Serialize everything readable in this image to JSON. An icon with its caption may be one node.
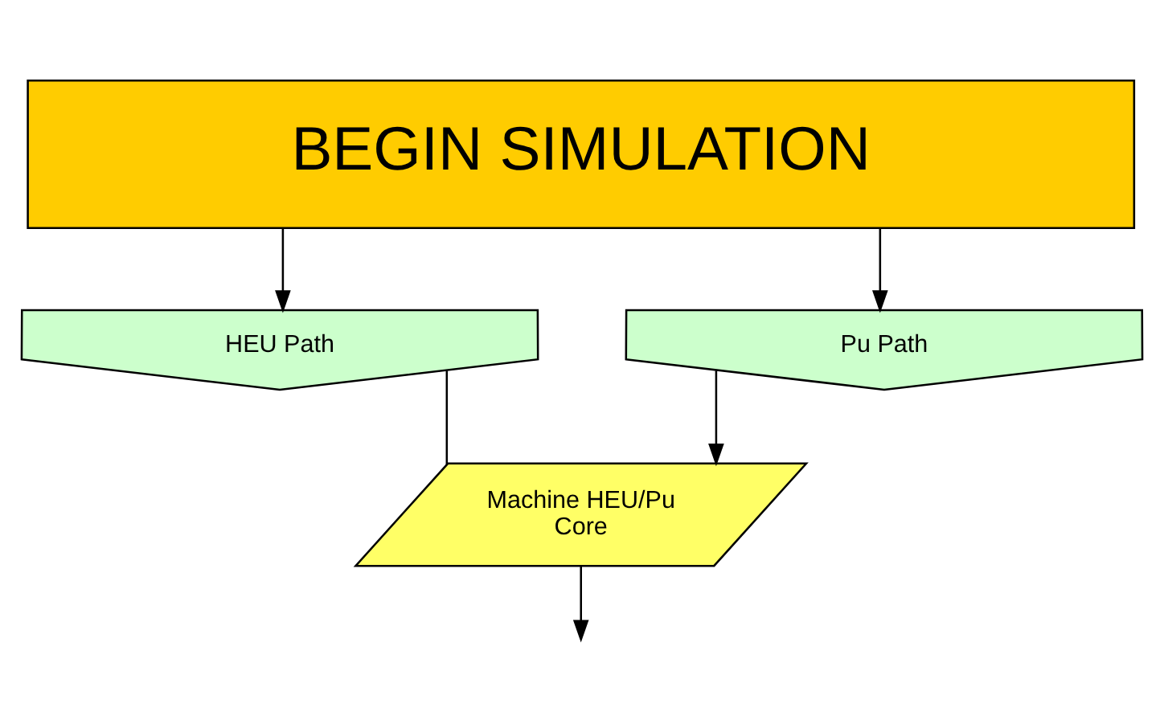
{
  "diagram": {
    "nodes": [
      {
        "text": [
          "BEGIN SIMULATION"
        ]
      },
      {
        "text": [
          "HEU Path"
        ]
      },
      {
        "text": [
          "Pu Path"
        ]
      },
      {
        "text": [
          "Machine HEU/Pu Core"
        ]
      }
    ],
    "edges": [
      {
        "from": 0,
        "to": 1,
        "arrow": "to"
      },
      {
        "from": 0,
        "to": 2,
        "arrow": "to"
      },
      {
        "from": 1,
        "to": 3,
        "arrow": "none"
      },
      {
        "from": 2,
        "to": 3,
        "arrow": "to"
      },
      {
        "from": 3,
        "to": null,
        "arrow": "to"
      }
    ]
  }
}
